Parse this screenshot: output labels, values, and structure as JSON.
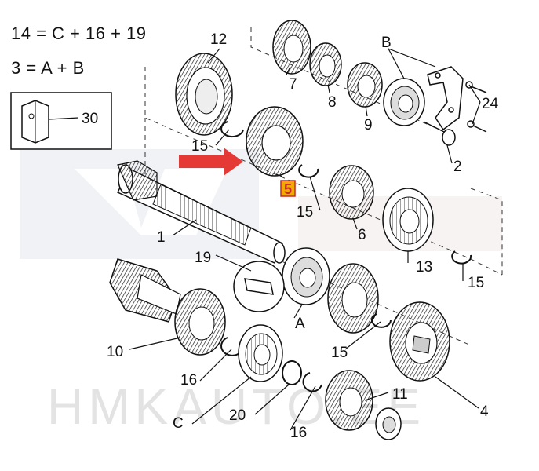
{
  "legend": {
    "line1": "14 = C + 16 + 19",
    "line2": "3 = A + B"
  },
  "watermark": {
    "text": "HMKAUTO.EE"
  },
  "highlight": {
    "label": "5",
    "color": "#f2a900",
    "arrow_color": "#e53935"
  },
  "parts": {
    "p12": "12",
    "pB": "B",
    "p7": "7",
    "p8": "8",
    "p9": "9",
    "p24": "24",
    "p30": "30",
    "p15a": "15",
    "p2": "2",
    "p15b": "15",
    "p6": "6",
    "p1": "1",
    "p13": "13",
    "p15c": "15",
    "p19": "19",
    "pA": "A",
    "p10": "10",
    "p15d": "15",
    "p16a": "16",
    "p11": "11",
    "p4": "4",
    "pC": "C",
    "p20": "20",
    "p16b": "16"
  }
}
